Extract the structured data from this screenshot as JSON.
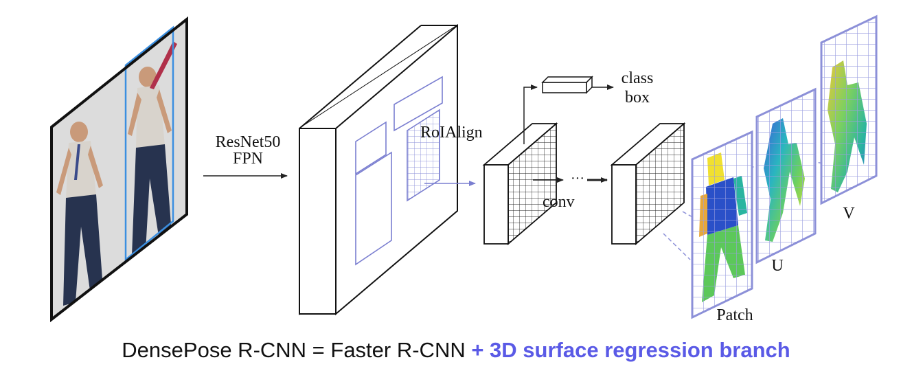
{
  "backbone": {
    "line1": "ResNet50",
    "line2": "FPN"
  },
  "roi_align_label": "RoIAlign",
  "head": {
    "class_label": "class",
    "box_label": "box",
    "conv_label": "conv",
    "ellipsis": "···"
  },
  "outputs": {
    "patch_label": "Patch",
    "u_label": "U",
    "v_label": "V"
  },
  "caption": {
    "base": "DensePose R-CNN = Faster R-CNN ",
    "accent": "+ 3D surface regression branch"
  },
  "colors": {
    "accent_text": "#5a5ae6",
    "roi_line": "#7a7ed0",
    "person_box": "#3b8fe0",
    "patch_yellow": "#f0e030",
    "patch_blue": "#2a50c8",
    "patch_teal": "#2ab5a0",
    "patch_green": "#5cc85a"
  }
}
